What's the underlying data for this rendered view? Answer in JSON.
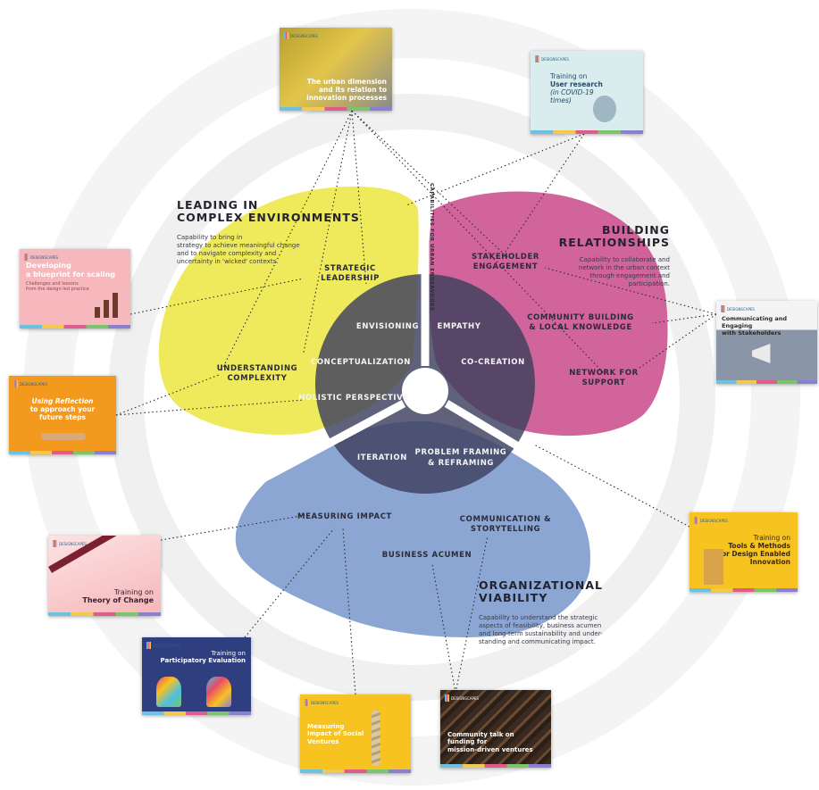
{
  "vertical_label": "CAPABILITIES FOR URBAN ENDEAVOURS",
  "core": {
    "envisioning": "ENVISIONING",
    "conceptualization": "CONCEPTUALIZATION",
    "holistic": "HOLISTIC PERSPECTIVE",
    "empathy": "EMPATHY",
    "cocreation": "CO-CREATION",
    "iteration": "ITERATION",
    "framing_1": "PROBLEM FRAMING",
    "framing_2": "& REFRAMING"
  },
  "petals": {
    "leading": {
      "title_1": "LEADING IN",
      "title_2": "COMPLEX ENVIRONMENTS",
      "desc": [
        "Capability to bring in",
        "strategy to achieve meaningful change",
        "and to navigate complexity and",
        "uncertainty in 'wicked' contexts."
      ],
      "cap1_1": "STRATEGIC",
      "cap1_2": "LEADERSHIP",
      "cap2_1": "UNDERSTANDING",
      "cap2_2": "COMPLEXITY"
    },
    "relationships": {
      "title_1": "BUILDING",
      "title_2": "RELATIONSHIPS",
      "desc": [
        "Capability to collaborate and",
        "network in the urban context",
        "through engagement and",
        "participation."
      ],
      "cap1_1": "STAKEHOLDER",
      "cap1_2": "ENGAGEMENT",
      "cap2_1": "COMMUNITY BUILDING",
      "cap2_2": "& LOCAL KNOWLEDGE",
      "cap3_1": "NETWORK FOR",
      "cap3_2": "SUPPORT"
    },
    "viability": {
      "title_1": "ORGANIZATIONAL",
      "title_2": "VIABILITY",
      "desc": [
        "Capability to understand the strategic",
        "aspects of feasibility, business acumen",
        "and long-term sustainability and under-",
        "standing and communicating impact."
      ],
      "cap1": "MEASURING IMPACT",
      "cap2_1": "COMMUNICATION &",
      "cap2_2": "STORYTELLING",
      "cap3": "BUSINESS ACUMEN"
    }
  },
  "cards": {
    "urban": {
      "lines": [
        "The urban dimension",
        "and its relation to",
        "innovation processes"
      ]
    },
    "user_research": {
      "line1": "Training on",
      "line2": "User research",
      "line3": "(in COVID-19",
      "line4": "times)"
    },
    "blueprint": {
      "line1": "Developing",
      "line2": "a blueprint for scaling",
      "line3": "Challenges and lessons",
      "line4": "from the design-led practice"
    },
    "reflection": {
      "line1": "Using Reflection",
      "line2": "to approach your",
      "line3": "future steps"
    },
    "stakeholders": {
      "line1": "Communicating and Engaging",
      "line2": "with Stakeholders"
    },
    "tools": {
      "line1": "Training on",
      "line2": "Tools & Methods",
      "line3": "for Design Enabled",
      "line4": "Innovation"
    },
    "theory": {
      "line1": "Training on",
      "line2": "Theory of Change"
    },
    "participatory": {
      "line1": "Training on",
      "line2": "Participatory Evaluation"
    },
    "social": {
      "line1": "Measuring",
      "line2": "Impact of Social",
      "line3": "Ventures"
    },
    "community": {
      "line1": "Community talk on",
      "line2": "funding for",
      "line3": "mission-driven ventures"
    },
    "logo_text": "DESIGNSCAPES"
  },
  "colors": {
    "yellow": "#ece84a",
    "magenta": "#c9498a",
    "blue": "#7e9cce",
    "core": "#3d3f5e",
    "ring": "#efefef"
  }
}
